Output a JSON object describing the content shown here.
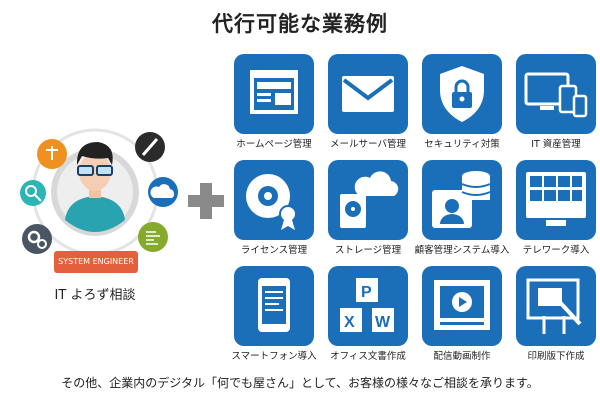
{
  "title": "代行可能な業務例",
  "engineer": {
    "badge": "SYSTEM ENGINEER",
    "caption": "IT よろず相談"
  },
  "services": [
    {
      "label": "ホームページ管理",
      "icon": "webpage-icon"
    },
    {
      "label": "メールサーバ管理",
      "icon": "mail-icon"
    },
    {
      "label": "セキュリティ対策",
      "icon": "shield-lock-icon"
    },
    {
      "label": "IT 資産管理",
      "icon": "devices-icon"
    },
    {
      "label": "ライセンス管理",
      "icon": "disc-certificate-icon"
    },
    {
      "label": "ストレージ管理",
      "icon": "cloud-storage-icon"
    },
    {
      "label": "顧客管理システム導入",
      "icon": "customer-database-icon"
    },
    {
      "label": "テレワーク導入",
      "icon": "video-conference-icon"
    },
    {
      "label": "スマートフォン導入",
      "icon": "smartphone-icon"
    },
    {
      "label": "オフィス文書作成",
      "icon": "office-documents-icon"
    },
    {
      "label": "配信動画制作",
      "icon": "video-icon"
    },
    {
      "label": "印刷版下作成",
      "icon": "print-design-icon"
    }
  ],
  "footer": "その他、企業内のデジタル「何でも屋さん」として、お客様の様々なご相談を承ります。",
  "colors": {
    "tile": "#1a6fb8",
    "badge": "#e3603a",
    "plus": "#8a8a8a"
  }
}
